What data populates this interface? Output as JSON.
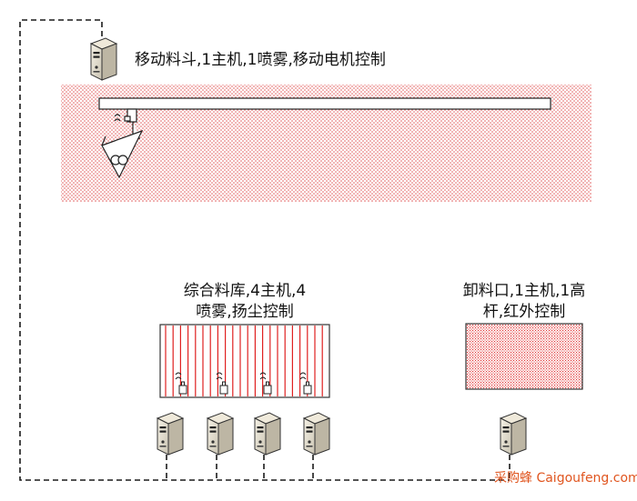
{
  "labels": {
    "mobile_hopper": "移动料斗,1主机,1喷雾,移动电机控制",
    "warehouse_line1": "综合料库,4主机,4",
    "warehouse_line2": "喷雾,扬尘控制",
    "unload_line1": "卸料口,1主机,1高",
    "unload_line2": "杆,红外控制"
  },
  "watermark": "采购蜂 Caigoufeng.com",
  "colors": {
    "hatch_red": "#e02020",
    "dot_red": "#e05050",
    "line": "#1a1a1a",
    "watermark": "#e0551f"
  },
  "icons": {
    "host": "server-tower-icon",
    "sprayer": "spray-nozzle-icon",
    "hopper": "hopper-icon"
  }
}
